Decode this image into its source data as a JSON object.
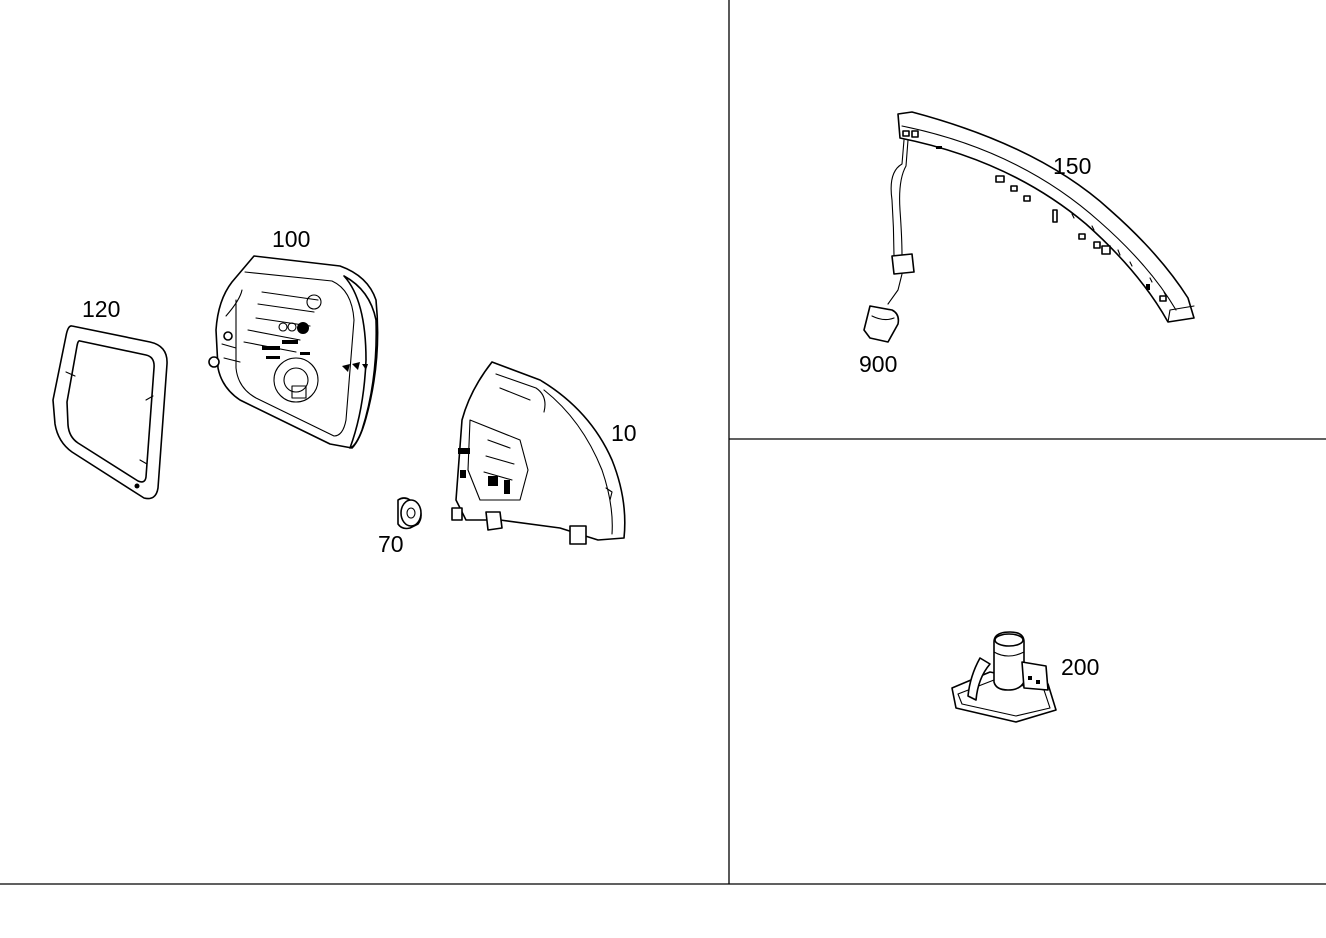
{
  "callouts": {
    "p10": "10",
    "p70": "70",
    "p100": "100",
    "p120": "120",
    "p150": "150",
    "p200": "200",
    "p900": "900"
  }
}
